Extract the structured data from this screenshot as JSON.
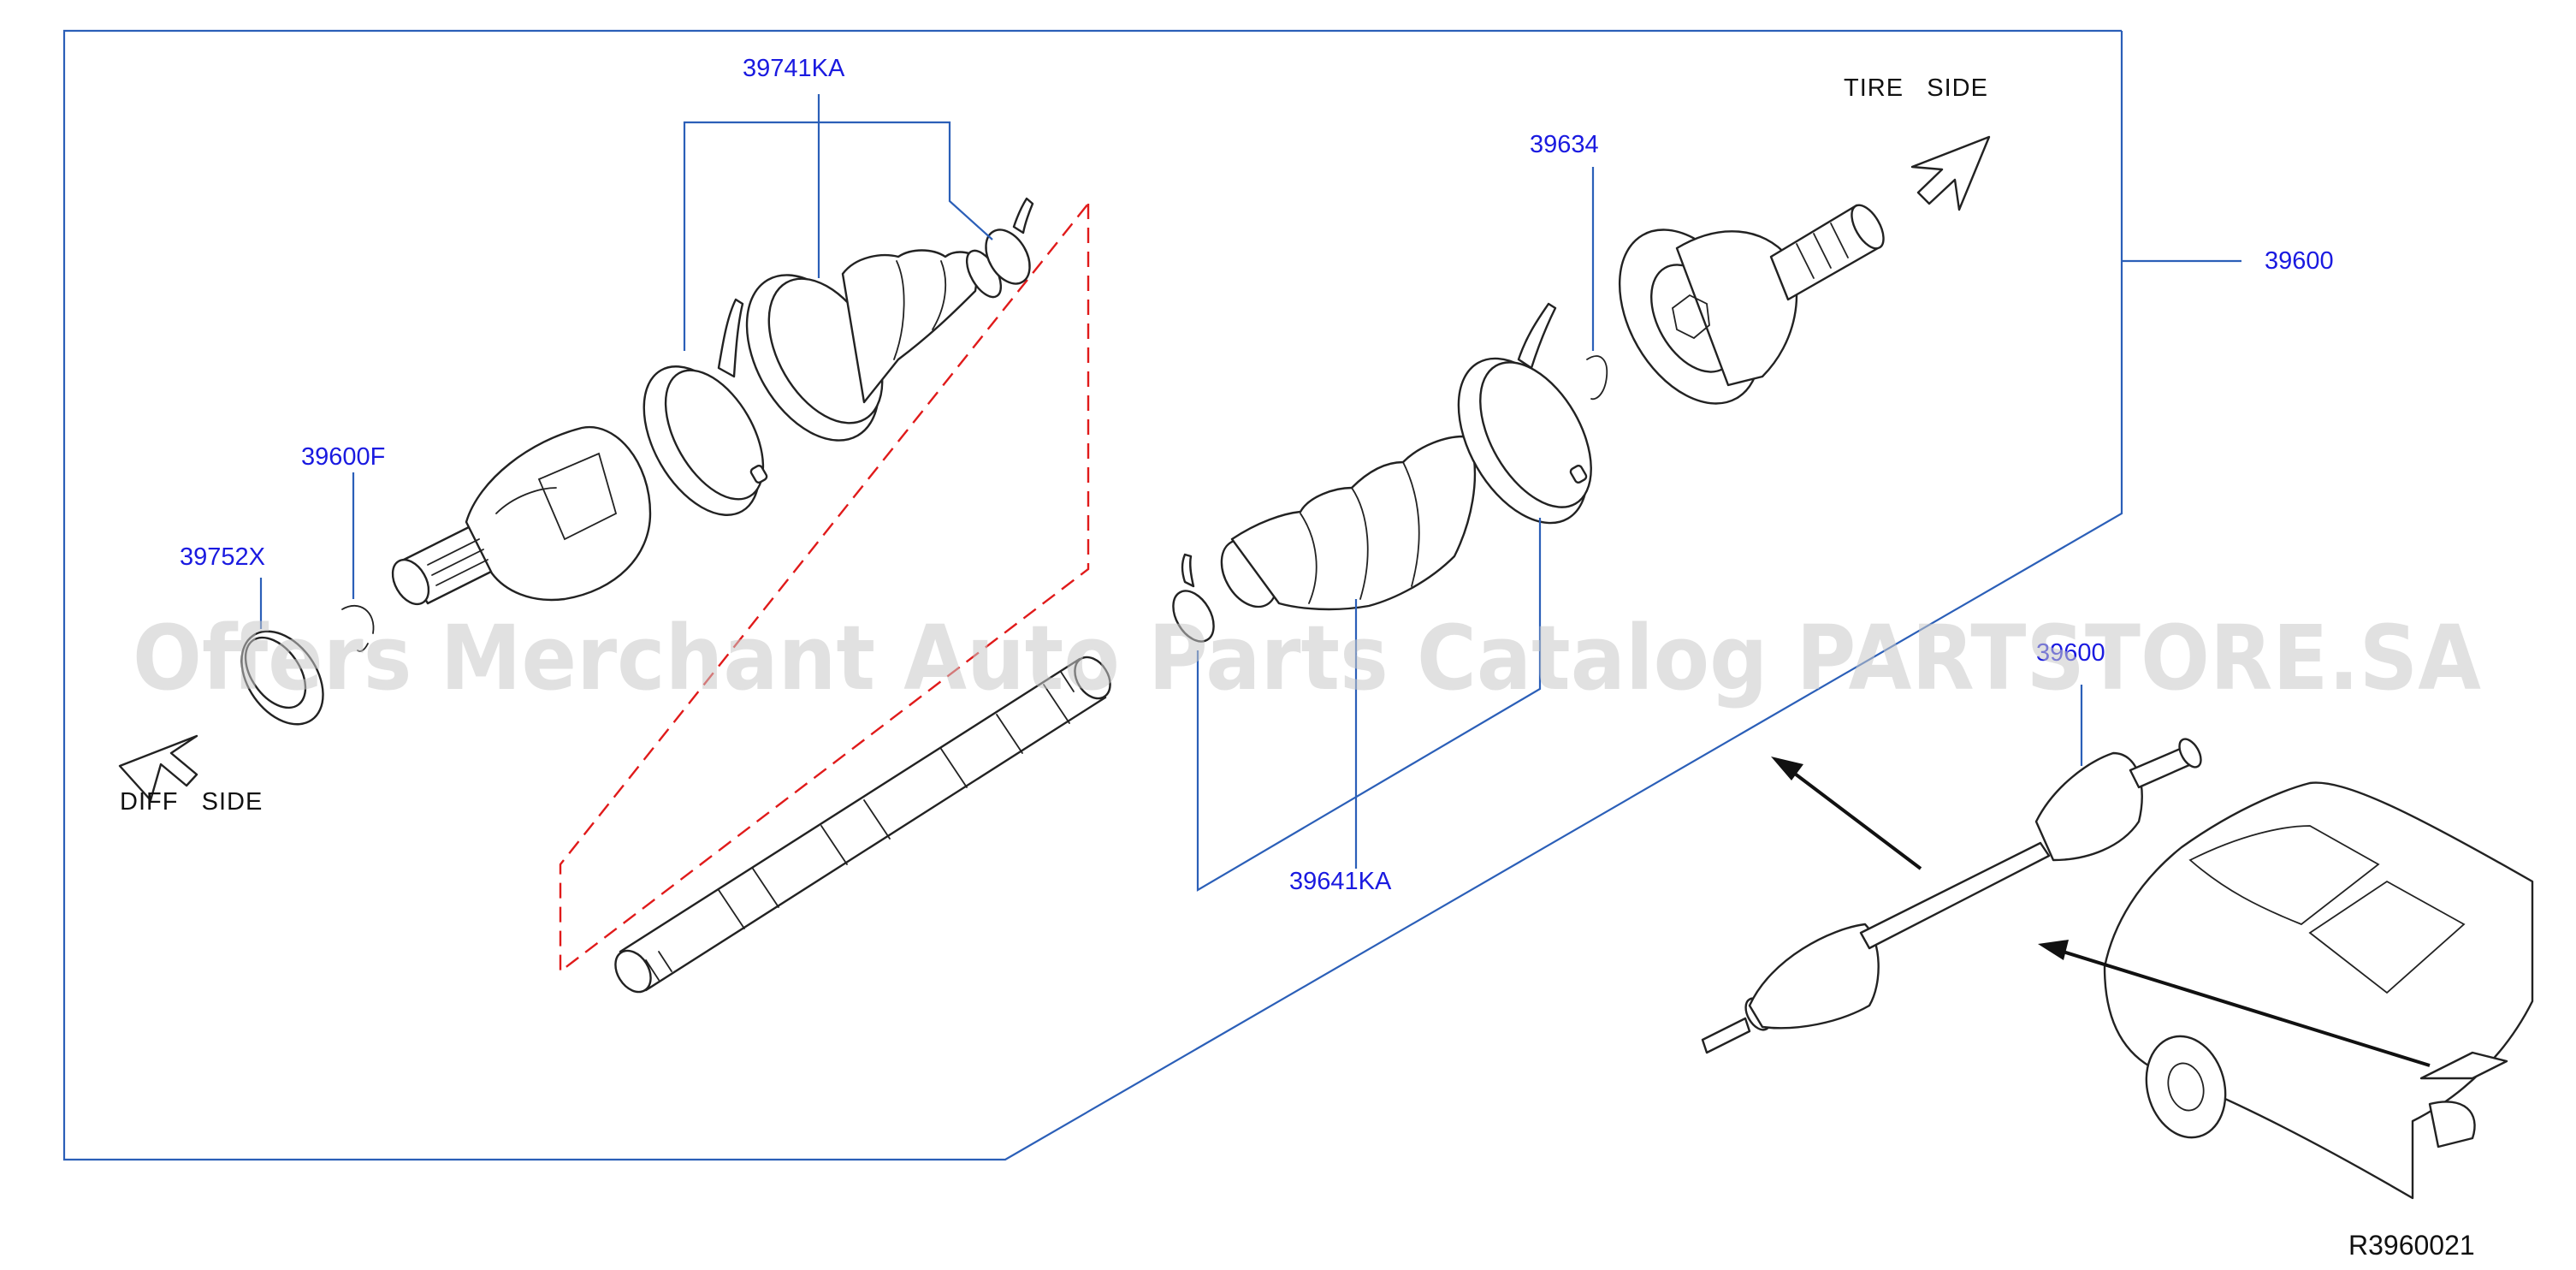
{
  "labels": {
    "p39741KA": "39741KA",
    "p39634": "39634",
    "p39600": "39600",
    "p39600F": "39600F",
    "p39752X": "39752X",
    "p39641KA": "39641KA",
    "p39600_inset": "39600"
  },
  "directions": {
    "tire_side": "TIRE   SIDE",
    "diff_side": "DIFF   SIDE"
  },
  "reference_code": "R3960021",
  "watermark": "Offers Merchant Auto Parts Catalog PARTSTORE.SA",
  "colors": {
    "label_blue": "#1a1ae0",
    "leader_blue": "#2b5fb8",
    "dashed_red": "#e01a1a",
    "line_black": "#222222",
    "watermark_gray": "#c8c8c8"
  },
  "icons": [
    "arrow-tire-side-icon",
    "arrow-diff-side-icon"
  ]
}
